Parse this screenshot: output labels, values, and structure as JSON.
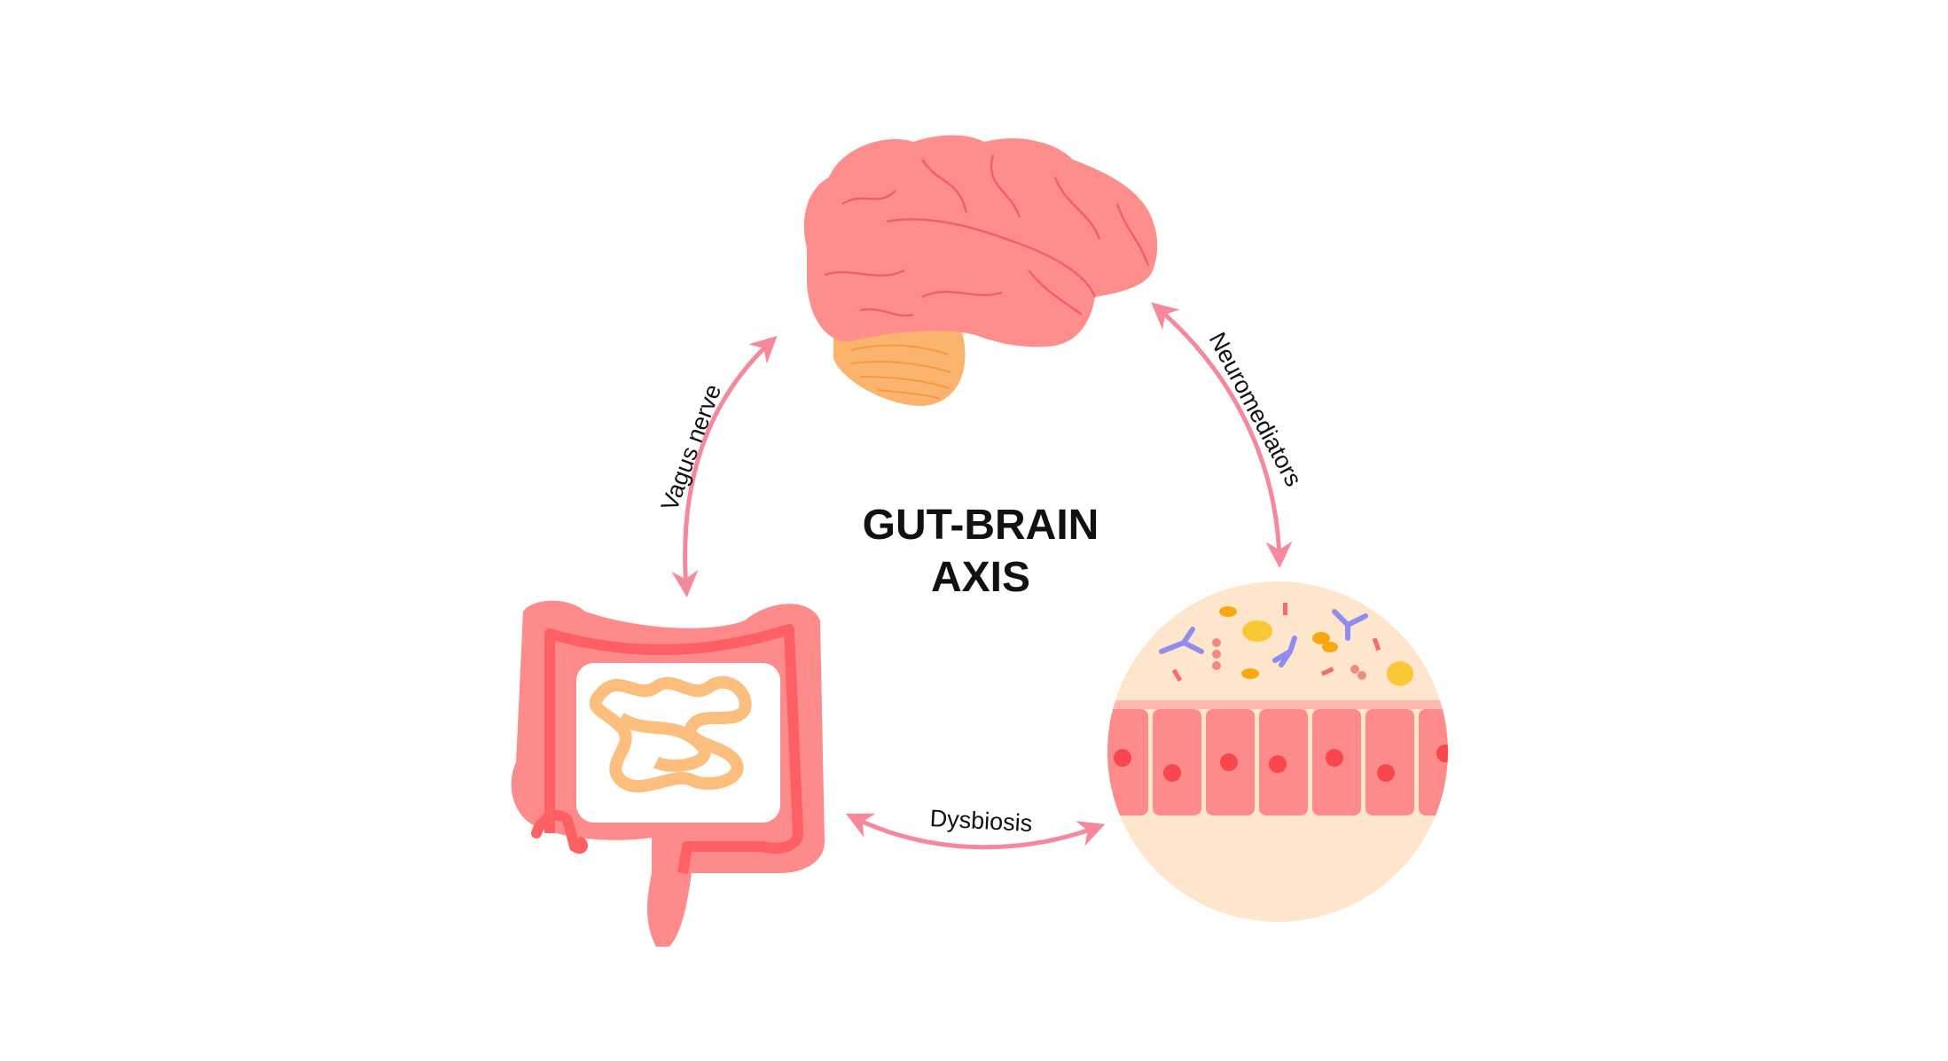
{
  "title": {
    "line1": "GUT-BRAIN",
    "line2": "AXIS"
  },
  "connections": {
    "vagus": "Vagus nerve",
    "neuro": "Neuromediators",
    "dysbiosis": "Dysbiosis"
  },
  "colors": {
    "arrow": "#f5899b",
    "brain": "#fd8e8c",
    "cerebellum": "#fbb46e",
    "colon": "#fd8b8b",
    "colon_line": "#fd5f63",
    "small_intestine": "#fbbe7d",
    "microbiome_bg": "#fee6cc",
    "cells": "#fd8b8b",
    "nucleus": "#f8484e"
  }
}
